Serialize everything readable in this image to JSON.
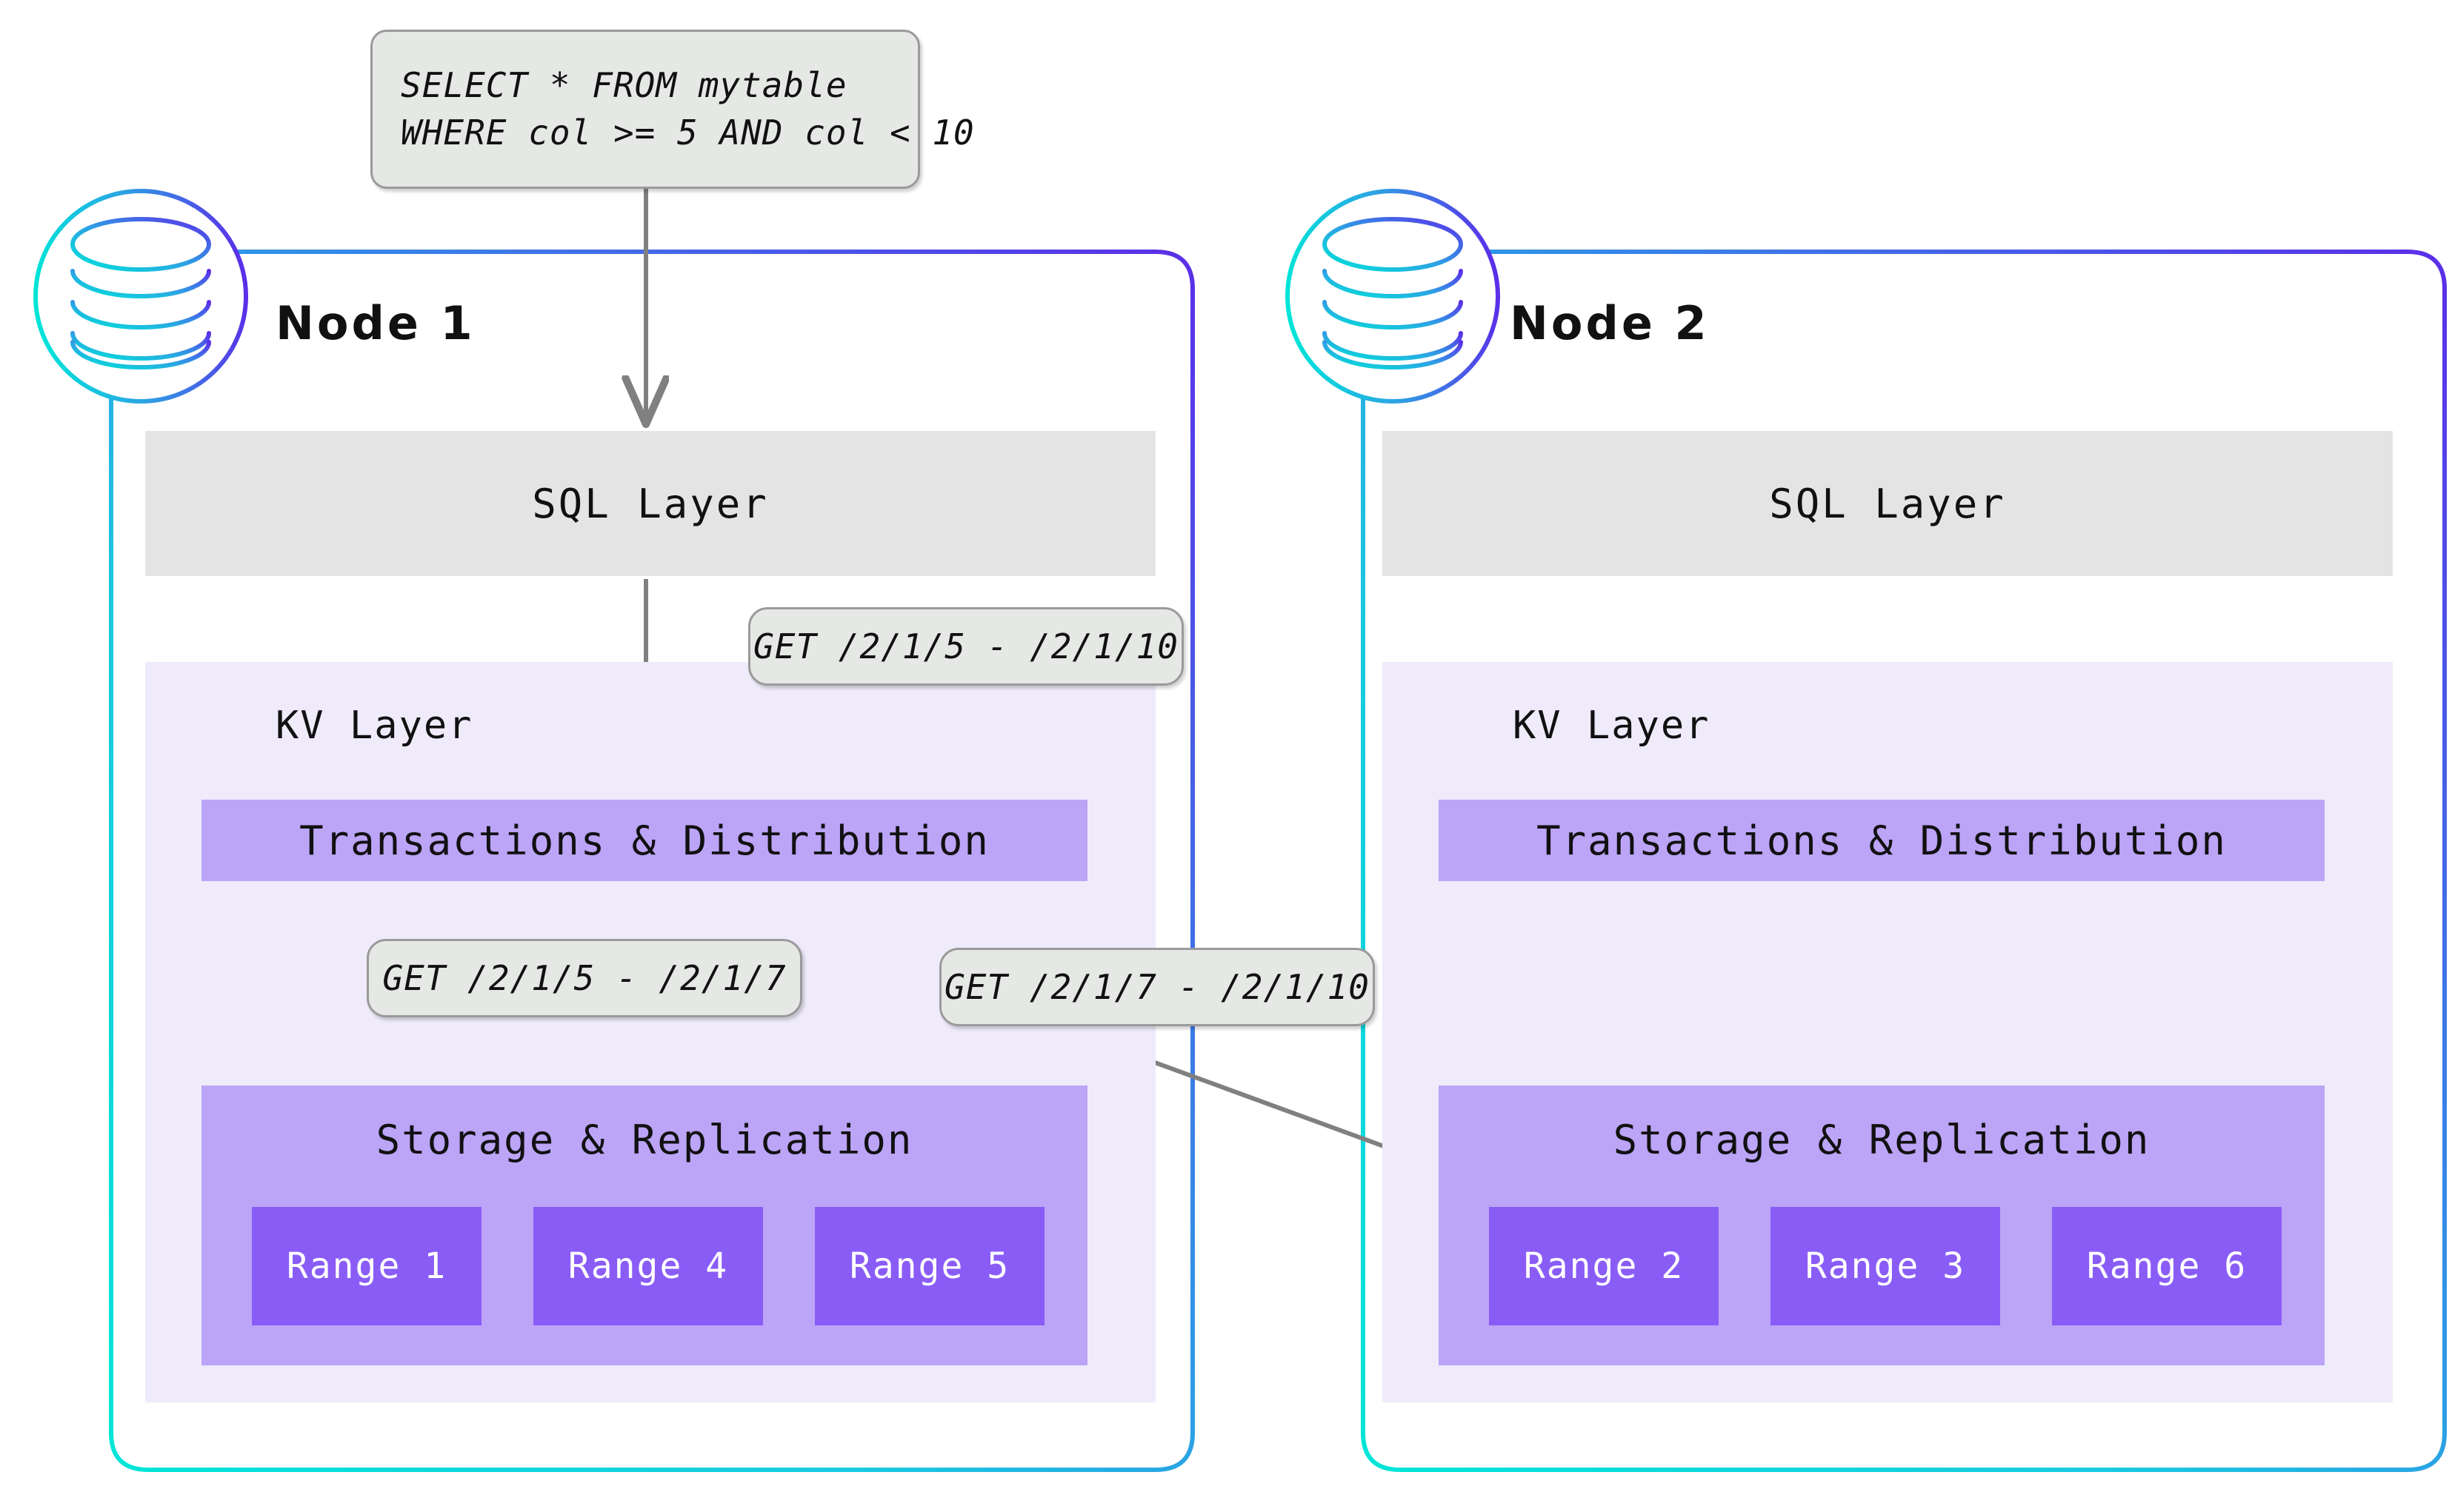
{
  "diagram": {
    "title": "CockroachDB distributed query routing across two nodes",
    "query_card": {
      "line1": "SELECT * FROM mytable",
      "line2": "WHERE col >= 5 AND col < 10"
    },
    "callouts": [
      {
        "id": "kv-request",
        "text": "GET /2/1/5 - /2/1/10"
      },
      {
        "id": "range-local",
        "text": "GET /2/1/5 - /2/1/7"
      },
      {
        "id": "range-remote",
        "text": "GET /2/1/7 - /2/1/10"
      }
    ],
    "nodes": [
      {
        "id": "node-1",
        "label": "Node 1",
        "sql_layer_label": "SQL Layer",
        "kv_layer_label": "KV Layer",
        "transactions_label": "Transactions & Distribution",
        "storage_label": "Storage & Replication",
        "ranges": [
          "Range 1",
          "Range 4",
          "Range 5"
        ]
      },
      {
        "id": "node-2",
        "label": "Node 2",
        "sql_layer_label": "SQL Layer",
        "kv_layer_label": "KV Layer",
        "transactions_label": "Transactions & Distribution",
        "storage_label": "Storage & Replication",
        "ranges": [
          "Range 2",
          "Range 3",
          "Range 6"
        ]
      }
    ],
    "icons": {
      "database_icon": "database-cylinder-icon"
    },
    "colors": {
      "node_border_cyan": "#00E5D8",
      "node_border_blue": "#3A7FE8",
      "node_border_purple": "#5B2EE8",
      "sql_layer_bg": "#E4E4E4",
      "kv_panel_bg": "#EFEBFB",
      "transactions_bg": "#BCA4F7",
      "storage_bg": "#BCA4F7",
      "range_bg": "#8A5CF6",
      "range_text": "#FFFFFF",
      "callout_bg": "#E6E8E6",
      "callout_border": "#9A9A9A",
      "arrow_stroke": "#808080",
      "text": "#111111",
      "page_bg": "#FFFFFF"
    }
  }
}
